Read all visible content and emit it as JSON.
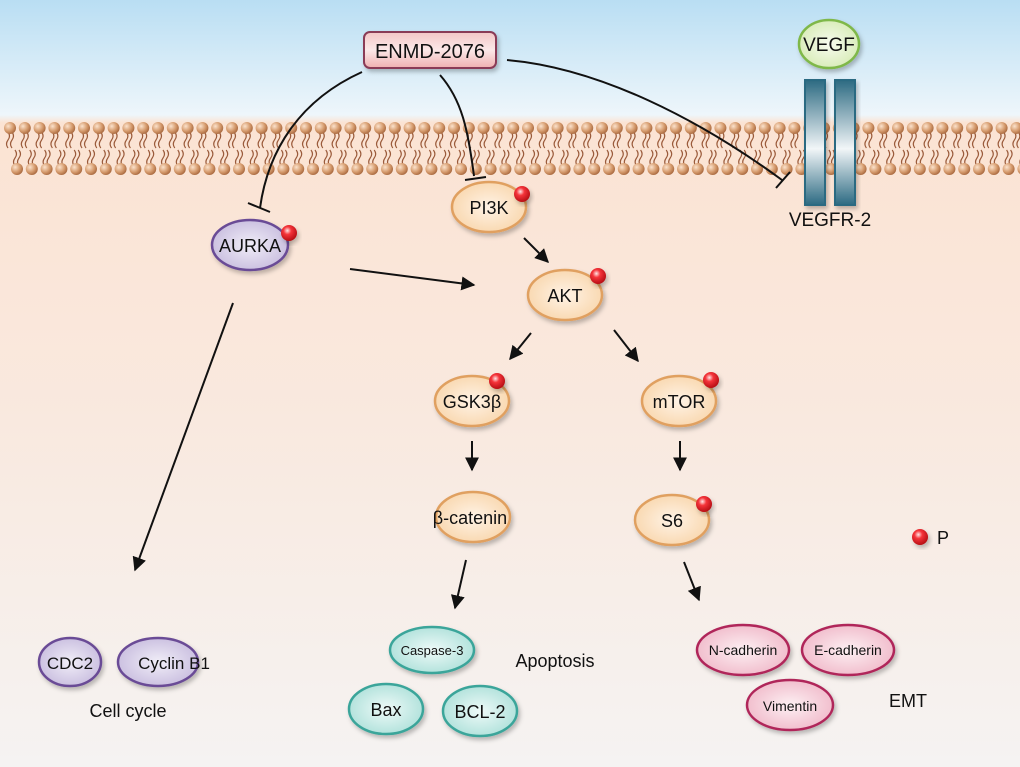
{
  "drug": {
    "label": "ENMD-2076"
  },
  "ligand": {
    "label": "VEGF"
  },
  "receptor": {
    "label": "VEGFR-2"
  },
  "nodes": {
    "aurka": "AURKA",
    "pi3k": "PI3K",
    "akt": "AKT",
    "gsk3b": "GSK3β",
    "mtor": "mTOR",
    "bcatenin": "β-catenin",
    "s6": "S6",
    "cdc2": "CDC2",
    "cyclinb1": "Cyclin B1",
    "caspase3": "Caspase-3",
    "bax": "Bax",
    "bcl2": "BCL-2",
    "ncadherin": "N-cadherin",
    "ecadherin": "E-cadherin",
    "vimentin": "Vimentin"
  },
  "groups": {
    "cell_cycle": "Cell cycle",
    "apoptosis": "Apoptosis",
    "emt": "EMT"
  },
  "legend": {
    "phospho_label": "P"
  },
  "colors": {
    "extracellular_top": "#b7ddf2",
    "cytoplasm_top": "#fbe2d2",
    "drug_fill": "#f2b8b8",
    "drug_border": "#8a3a56",
    "kinase_fill": "#fbdcb4",
    "kinase_border": "#e0a060",
    "aurka_fill": "#d4cde6",
    "aurka_border": "#6a4c96",
    "cellcycle_fill": "#c9bcdc",
    "apoptosis_fill": "#bfe6e2",
    "apoptosis_border": "#3aa59a",
    "emt_fill": "#f5c8d4",
    "emt_border": "#b0285a",
    "vegf_fill": "#e2f0c8",
    "vegf_border": "#7fb84a",
    "receptor": "#2f6f86",
    "phospho": "#e8141e"
  }
}
